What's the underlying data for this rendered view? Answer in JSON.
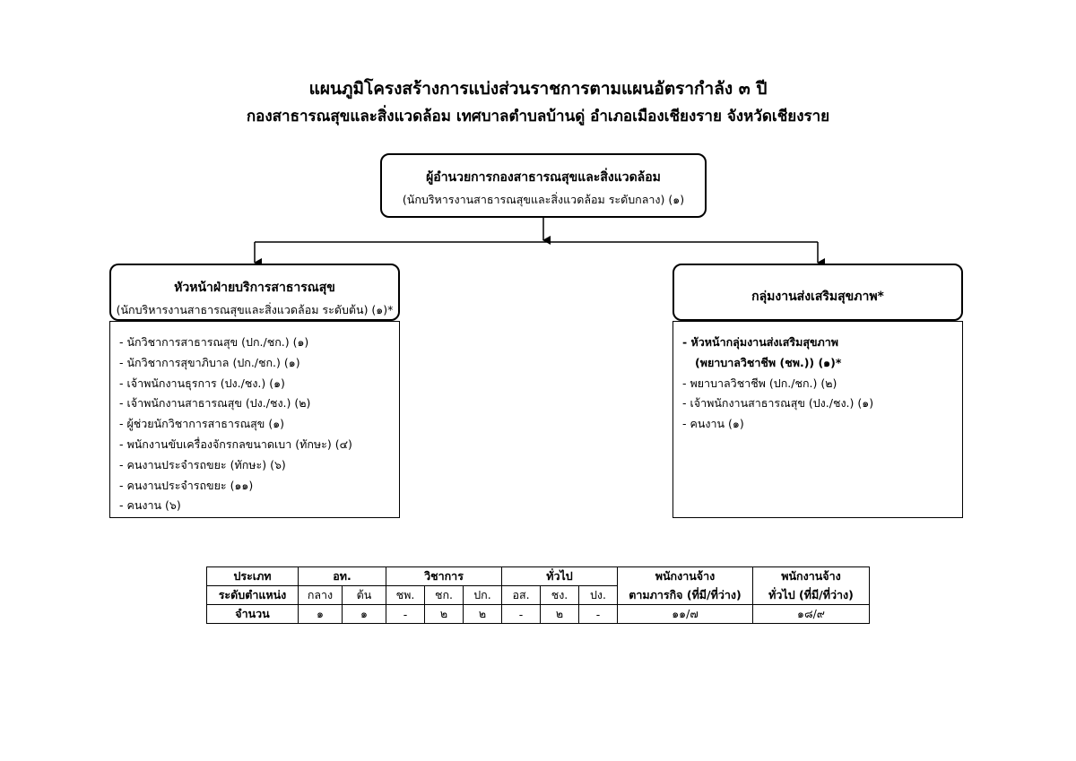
{
  "title": {
    "line1": "แผนภูมิโครงสร้างการแบ่งส่วนราชการตามแผนอัตรากำลัง ๓ ปี",
    "line2": "กองสาธารณสุขและสิ่งแวดล้อม เทศบาลตำบลบ้านดู่ อำเภอเมืองเชียงราย จังหวัดเชียงราย"
  },
  "top_box": {
    "main": "ผู้อำนวยการกองสาธารณสุขและสิ่งแวดล้อม",
    "sub": "(นักบริหารงานสาธารณสุขและสิ่งแวดล้อม ระดับกลาง) (๑)"
  },
  "left_box": {
    "main": "หัวหน้าฝ่ายบริการสาธารณสุข",
    "sub": "(นักบริหารงานสาธารณสุขและสิ่งแวดล้อม ระดับต้น) (๑)*"
  },
  "right_box": {
    "main": "กลุ่มงานส่งเสริมสุขภาพ*"
  },
  "left_list": [
    "-  นักวิชาการสาธารณสุข (ปก./ชก.) (๑)",
    "-  นักวิชาการสุขาภิบาล (ปก./ชก.) (๑)",
    "-  เจ้าพนักงานธุรการ (ปง./ชง.) (๑)",
    "-  เจ้าพนักงานสาธารณสุข (ปง./ชง.) (๒)",
    "-  ผู้ช่วยนักวิชาการสาธารณสุข (๑)",
    "-  พนักงานขับเครื่องจักรกลขนาดเบา (ทักษะ) (๔)",
    "-  คนงานประจำรถขยะ (ทักษะ) (๖)",
    "-  คนงานประจำรถขยะ (๑๑)",
    "-  คนงาน (๖)"
  ],
  "right_list": {
    "head_line1": "-  หัวหน้ากลุ่มงานส่งเสริมสุขภาพ",
    "head_line2": "(พยาบาลวิชาชีพ (ชพ.)) (๑)*",
    "items": [
      "-  พยาบาลวิชาชีพ (ปก./ชก.) (๒)",
      "-  เจ้าพนักงานสาธารณสุข (ปง./ชง.) (๑)",
      "-  คนงาน (๑)"
    ]
  },
  "summary_table": {
    "type_label": "ประเภท",
    "level_label": "ระดับตำแหน่ง",
    "count_label": "จำนวน",
    "groups": {
      "ot": "อท.",
      "academic": "วิชาการ",
      "general": "ทั่วไป",
      "mission_staff_line1": "พนักงานจ้าง",
      "mission_staff_line2": "ตามภารกิจ (ที่มี/ที่ว่าง)",
      "general_staff_line1": "พนักงานจ้าง",
      "general_staff_line2": "ทั่วไป (ที่มี/ที่ว่าง)"
    },
    "levels": [
      "กลาง",
      "ต้น",
      "ชพ.",
      "ชก.",
      "ปก.",
      "อส.",
      "ชง.",
      "ปง."
    ],
    "counts": [
      "๑",
      "๑",
      "-",
      "๒",
      "๒",
      "-",
      "๒",
      "-",
      "๑๑/๗",
      "๑๘/๙"
    ]
  }
}
